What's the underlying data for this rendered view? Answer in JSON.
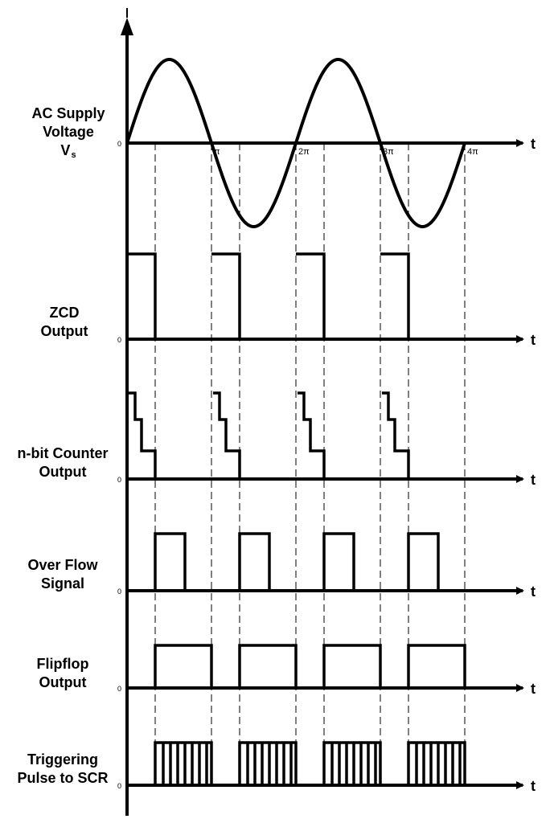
{
  "signals": [
    {
      "id": "ac",
      "lines": [
        "AC Supply",
        "Voltage"
      ],
      "symbol": "V",
      "symbol_sub": "s",
      "zero": "0",
      "axis": "t"
    },
    {
      "id": "zcd",
      "lines": [
        "ZCD",
        "Output"
      ],
      "zero": "0",
      "axis": "t"
    },
    {
      "id": "counter",
      "lines": [
        "n-bit Counter",
        "Output"
      ],
      "zero": "0",
      "axis": "t"
    },
    {
      "id": "overflow",
      "lines": [
        "Over Flow",
        "Signal"
      ],
      "zero": "0",
      "axis": "t"
    },
    {
      "id": "flipflop",
      "lines": [
        "Flipflop",
        "Output"
      ],
      "zero": "0",
      "axis": "t"
    },
    {
      "id": "trigger",
      "lines": [
        "Triggering",
        "Pulse to SCR"
      ],
      "zero": "0",
      "axis": "t"
    }
  ],
  "ticks": [
    "π",
    "2π",
    "3π",
    "4π"
  ],
  "colors": {
    "ink": "#000000",
    "background": "#ffffff"
  }
}
